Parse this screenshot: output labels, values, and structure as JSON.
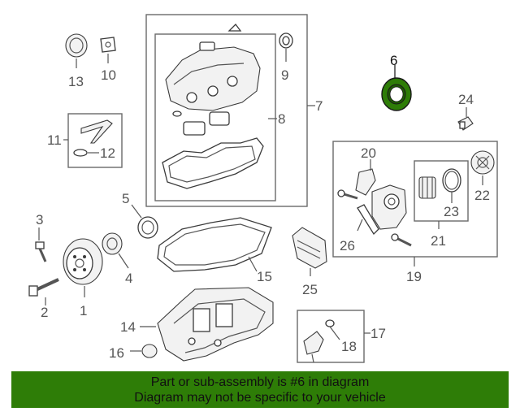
{
  "diagram": {
    "highlight_color": "#2e7d07",
    "labels": {
      "p1": "1",
      "p2": "2",
      "p3": "3",
      "p4": "4",
      "p5": "5",
      "p6": "6",
      "p7": "7",
      "p8": "8",
      "p9": "9",
      "p10": "10",
      "p11": "11",
      "p12": "12",
      "p13": "13",
      "p14": "14",
      "p15": "15",
      "p16": "16",
      "p17": "17",
      "p18": "18",
      "p19": "19",
      "p20": "20",
      "p21": "21",
      "p22": "22",
      "p23": "23",
      "p24": "24",
      "p25": "25",
      "p26": "26"
    }
  },
  "footer": {
    "line1": "Part or sub-assembly is #6 in diagram",
    "line2": "Diagram may not be specific to your vehicle",
    "background": "#2e7d07"
  }
}
